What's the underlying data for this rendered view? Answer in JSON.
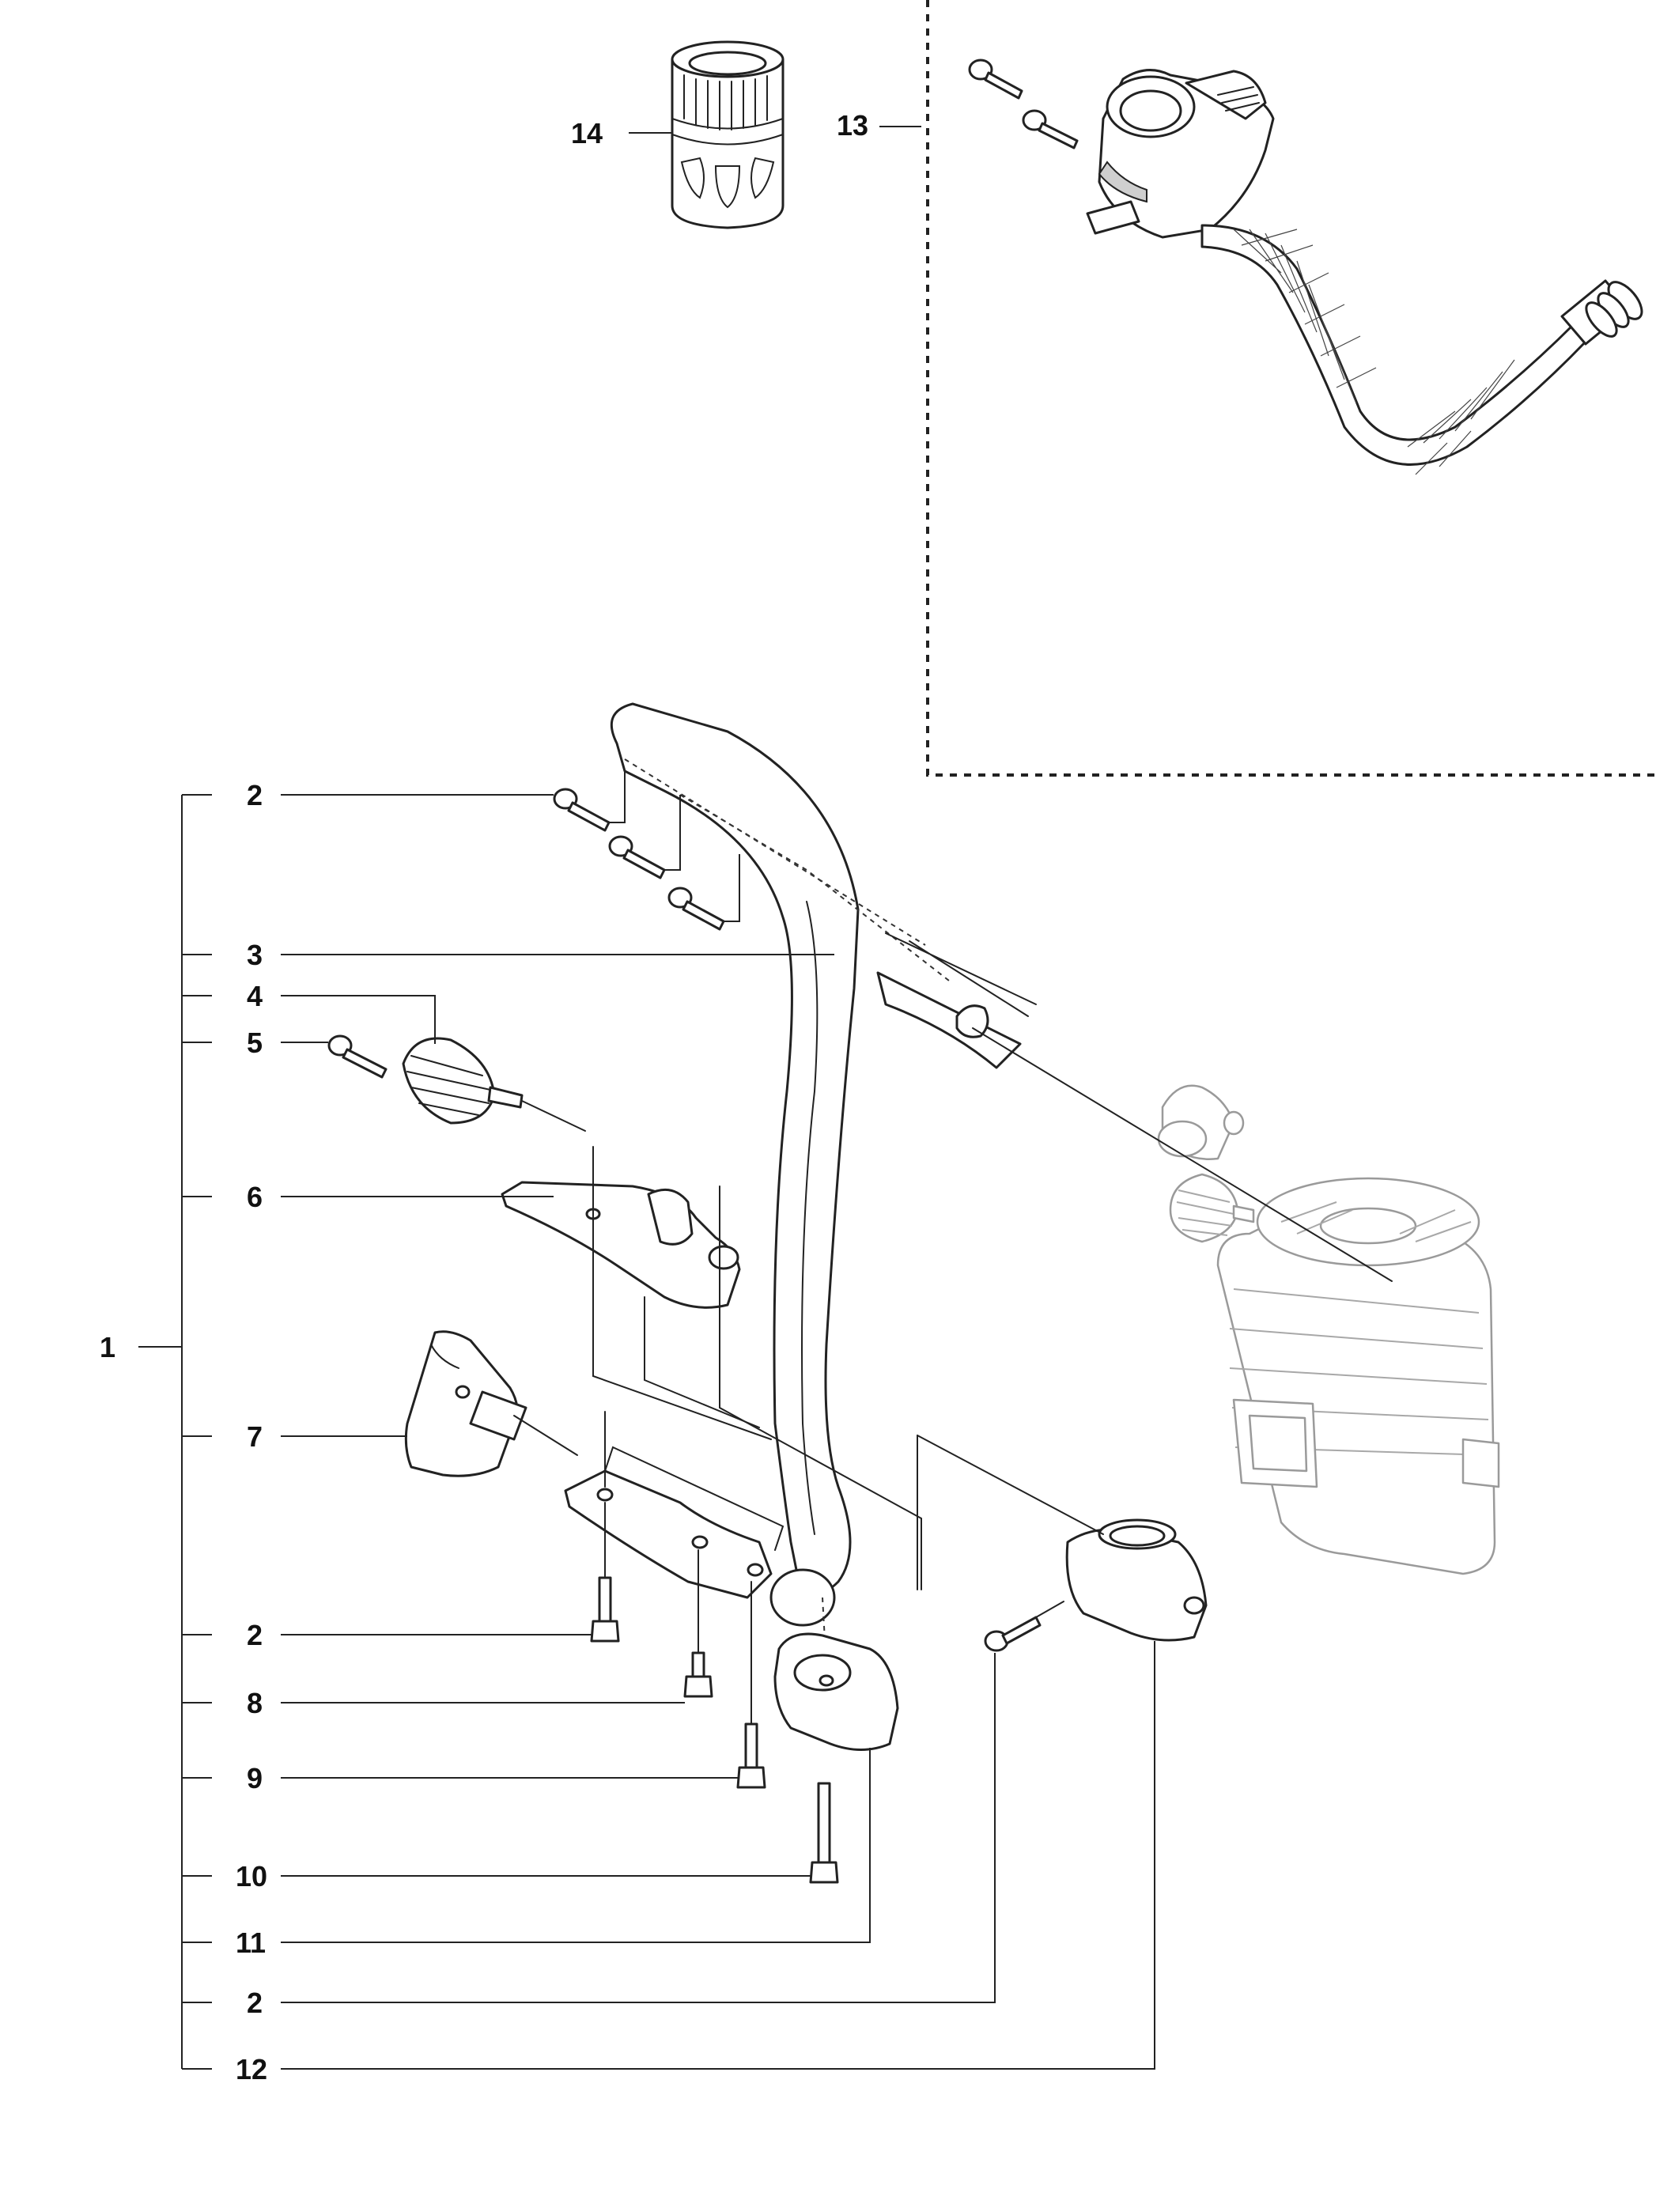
{
  "diagram": {
    "callouts": [
      {
        "id": "c14",
        "label": "14"
      },
      {
        "id": "c13",
        "label": "13"
      },
      {
        "id": "c2a",
        "label": "2"
      },
      {
        "id": "c3",
        "label": "3"
      },
      {
        "id": "c4",
        "label": "4"
      },
      {
        "id": "c5",
        "label": "5"
      },
      {
        "id": "c6",
        "label": "6"
      },
      {
        "id": "c1",
        "label": "1"
      },
      {
        "id": "c7",
        "label": "7"
      },
      {
        "id": "c2b",
        "label": "2"
      },
      {
        "id": "c8",
        "label": "8"
      },
      {
        "id": "c9",
        "label": "9"
      },
      {
        "id": "c10",
        "label": "10"
      },
      {
        "id": "c11",
        "label": "11"
      },
      {
        "id": "c2c",
        "label": "2"
      },
      {
        "id": "c12",
        "label": "12"
      }
    ],
    "colors": {
      "line": "#222222",
      "ghost": "#9a9a9a",
      "background": "#ffffff"
    }
  }
}
